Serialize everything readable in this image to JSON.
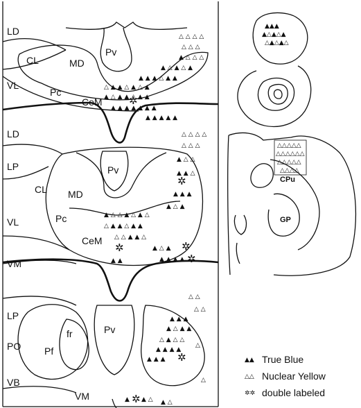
{
  "section_a": {
    "labels": {
      "ld": "LD",
      "cl": "CL",
      "md": "MD",
      "pv": "Pv",
      "vl": "VL",
      "pc": "Pc",
      "cem": "CeM"
    }
  },
  "section_b": {
    "labels": {
      "ld": "LD",
      "lp": "LP",
      "cl": "CL",
      "md": "MD",
      "pv": "Pv",
      "pc": "Pc",
      "vl": "VL",
      "cem": "CeM",
      "vm": "VM"
    }
  },
  "section_c": {
    "labels": {
      "lp": "LP",
      "po": "PO",
      "pf": "Pf",
      "fr": "fr",
      "pv": "Pv",
      "vb": "VB",
      "vm": "VM"
    }
  },
  "inset_bottom": {
    "labels": {
      "cpu": "CPu",
      "gp": "GP"
    }
  },
  "legend": {
    "items": [
      {
        "symbol": "▲▲",
        "label": "True Blue"
      },
      {
        "symbol": "△△",
        "label": "Nuclear Yellow"
      },
      {
        "symbol": "✲✲",
        "label": "double labeled"
      }
    ]
  }
}
